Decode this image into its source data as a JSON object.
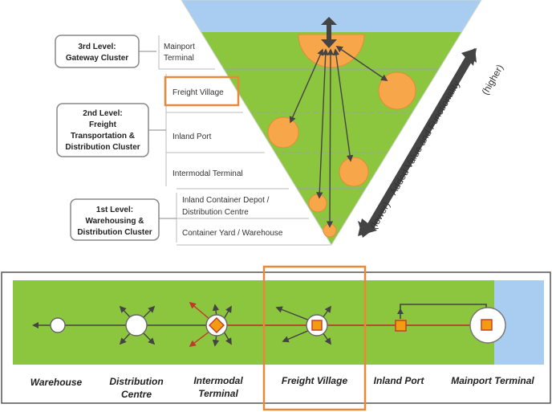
{
  "levels": [
    {
      "title_lines": [
        "3rd Level:",
        "Gateway Cluster"
      ]
    },
    {
      "title_lines": [
        "2nd Level:",
        "Freight",
        "Transportation &",
        "Distribution Cluster"
      ]
    },
    {
      "title_lines": [
        "1st Level:",
        "Warehousing &",
        "Distribution Cluster"
      ]
    }
  ],
  "tiers": [
    {
      "lines": [
        "Mainport",
        "Terminal"
      ]
    },
    {
      "lines": [
        "Freight Village"
      ],
      "highlighted": true
    },
    {
      "lines": [
        "Inland Port"
      ]
    },
    {
      "lines": [
        "Intermodal Terminal"
      ]
    },
    {
      "lines": [
        "Inland Container Depot /",
        "Distribution Centre"
      ]
    },
    {
      "lines": [
        "Container Yard / Warehouse"
      ]
    }
  ],
  "value_axis": {
    "low": "(lower)",
    "main": "Added Value and Functionality",
    "high": "(higher)"
  },
  "network_nodes": [
    {
      "label_lines": [
        "Warehouse"
      ]
    },
    {
      "label_lines": [
        "Distribution",
        "Centre"
      ]
    },
    {
      "label_lines": [
        "Intermodal",
        "Terminal"
      ]
    },
    {
      "label_lines": [
        "Freight Village"
      ],
      "highlighted": true
    },
    {
      "label_lines": [
        "Inland Port"
      ]
    },
    {
      "label_lines": [
        "Mainport Terminal"
      ]
    }
  ],
  "colors": {
    "green": "#8cc63f",
    "water": "#a9cdf0",
    "orange_fill": "#f7a64a",
    "orange_highlight": "#e8893a",
    "red_link": "#c0392b",
    "gray_link": "#444444",
    "node_square": "#f39c12"
  }
}
